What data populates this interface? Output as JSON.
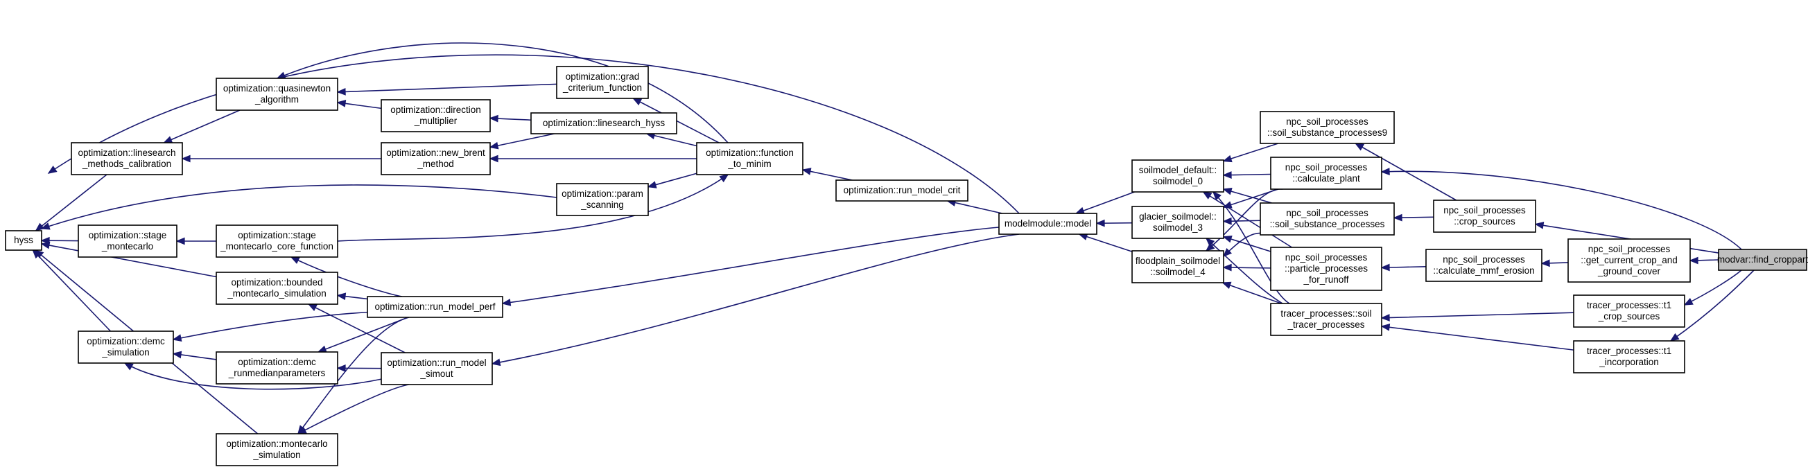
{
  "diagram": {
    "nodes": [
      {
        "id": "root",
        "lines": [
          "modvar::find_croppart"
        ]
      },
      {
        "id": "hyss",
        "lines": [
          "hyss"
        ]
      },
      {
        "id": "opt_quasinewton",
        "lines": [
          "optimization::quasinewton",
          "_algorithm"
        ]
      },
      {
        "id": "opt_linesearch_cal",
        "lines": [
          "optimization::linesearch",
          "_methods_calibration"
        ]
      },
      {
        "id": "opt_stage_mc",
        "lines": [
          "optimization::stage",
          "_montecarlo"
        ]
      },
      {
        "id": "opt_demc_sim",
        "lines": [
          "optimization::demc",
          "_simulation"
        ]
      },
      {
        "id": "opt_grad",
        "lines": [
          "optimization::grad",
          "_criterium_function"
        ]
      },
      {
        "id": "opt_direction",
        "lines": [
          "optimization::direction",
          "_multiplier"
        ]
      },
      {
        "id": "opt_linesearch_hyss",
        "lines": [
          "optimization::linesearch_hyss"
        ]
      },
      {
        "id": "opt_new_brent",
        "lines": [
          "optimization::new_brent",
          "_method"
        ]
      },
      {
        "id": "opt_param_scan",
        "lines": [
          "optimization::param",
          "_scanning"
        ]
      },
      {
        "id": "opt_function",
        "lines": [
          "optimization::function",
          "_to_minim"
        ]
      },
      {
        "id": "opt_stage_core",
        "lines": [
          "optimization::stage",
          "_montecarlo_core_function"
        ]
      },
      {
        "id": "opt_bounded",
        "lines": [
          "optimization::bounded",
          "_montecarlo_simulation"
        ]
      },
      {
        "id": "opt_demc_run",
        "lines": [
          "optimization::demc",
          "_runmedianparameters"
        ]
      },
      {
        "id": "opt_mc_sim",
        "lines": [
          "optimization::montecarlo",
          "_simulation"
        ]
      },
      {
        "id": "opt_run_perf",
        "lines": [
          "optimization::run_model_perf"
        ]
      },
      {
        "id": "opt_run_simout",
        "lines": [
          "optimization::run_model",
          "_simout"
        ]
      },
      {
        "id": "opt_run_crit",
        "lines": [
          "optimization::run_model_crit"
        ]
      },
      {
        "id": "modelmodule",
        "lines": [
          "modelmodule::model"
        ]
      },
      {
        "id": "soil_default",
        "lines": [
          "soilmodel_default::",
          "soilmodel_0"
        ]
      },
      {
        "id": "glacier",
        "lines": [
          "glacier_soilmodel::",
          "soilmodel_3"
        ]
      },
      {
        "id": "floodplain",
        "lines": [
          "floodplain_soilmodel",
          "::soilmodel_4"
        ]
      },
      {
        "id": "npc_ssp9",
        "lines": [
          "npc_soil_processes",
          "::soil_substance_processes9"
        ]
      },
      {
        "id": "npc_calc_plant",
        "lines": [
          "npc_soil_processes",
          "::calculate_plant"
        ]
      },
      {
        "id": "npc_ssp",
        "lines": [
          "npc_soil_processes",
          "::soil_substance_processes"
        ]
      },
      {
        "id": "npc_particle",
        "lines": [
          "npc_soil_processes",
          "::particle_processes",
          "_for_runoff"
        ]
      },
      {
        "id": "tracer_soil",
        "lines": [
          "tracer_processes::soil",
          "_tracer_processes"
        ]
      },
      {
        "id": "npc_crop_sources",
        "lines": [
          "npc_soil_processes",
          "::crop_sources"
        ]
      },
      {
        "id": "npc_mmf",
        "lines": [
          "npc_soil_processes",
          "::calculate_mmf_erosion"
        ]
      },
      {
        "id": "npc_get_crop",
        "lines": [
          "npc_soil_processes",
          "::get_current_crop_and",
          "_ground_cover"
        ]
      },
      {
        "id": "tracer_t1_crop",
        "lines": [
          "tracer_processes::t1",
          "_crop_sources"
        ]
      },
      {
        "id": "tracer_t1_incorp",
        "lines": [
          "tracer_processes::t1",
          "_incorporation"
        ]
      }
    ],
    "edges": [
      [
        "hyss",
        "opt_linesearch_cal"
      ],
      [
        "hyss",
        "opt_stage_mc"
      ],
      [
        "hyss",
        "opt_bounded"
      ],
      [
        "hyss",
        "opt_demc_sim"
      ],
      [
        "hyss",
        "opt_mc_sim"
      ],
      [
        "hyss",
        "modelmodule"
      ],
      [
        "hyss",
        "opt_param_scan"
      ],
      [
        "opt_linesearch_cal",
        "opt_quasinewton"
      ],
      [
        "opt_linesearch_cal",
        "opt_new_brent"
      ],
      [
        "opt_quasinewton",
        "opt_grad"
      ],
      [
        "opt_quasinewton",
        "opt_direction"
      ],
      [
        "opt_quasinewton",
        "opt_function"
      ],
      [
        "opt_direction",
        "opt_linesearch_hyss"
      ],
      [
        "opt_new_brent",
        "opt_linesearch_hyss"
      ],
      [
        "opt_new_brent",
        "opt_function"
      ],
      [
        "opt_linesearch_hyss",
        "opt_function"
      ],
      [
        "opt_grad",
        "opt_function"
      ],
      [
        "opt_param_scan",
        "opt_function"
      ],
      [
        "opt_stage_mc",
        "opt_stage_core"
      ],
      [
        "opt_stage_core",
        "opt_run_perf"
      ],
      [
        "opt_bounded",
        "opt_run_perf"
      ],
      [
        "opt_bounded",
        "opt_run_simout"
      ],
      [
        "opt_demc_sim",
        "opt_demc_run"
      ],
      [
        "opt_demc_sim",
        "opt_run_perf"
      ],
      [
        "opt_demc_sim",
        "opt_run_simout"
      ],
      [
        "opt_demc_run",
        "opt_run_perf"
      ],
      [
        "opt_demc_run",
        "opt_run_simout"
      ],
      [
        "opt_mc_sim",
        "opt_run_perf"
      ],
      [
        "opt_mc_sim",
        "opt_run_simout"
      ],
      [
        "opt_function",
        "opt_run_crit"
      ],
      [
        "opt_function",
        "opt_stage_mc"
      ],
      [
        "opt_run_crit",
        "modelmodule"
      ],
      [
        "opt_run_perf",
        "modelmodule"
      ],
      [
        "opt_run_simout",
        "modelmodule"
      ],
      [
        "modelmodule",
        "soil_default"
      ],
      [
        "modelmodule",
        "glacier"
      ],
      [
        "modelmodule",
        "floodplain"
      ],
      [
        "soil_default",
        "npc_ssp9"
      ],
      [
        "soil_default",
        "npc_calc_plant"
      ],
      [
        "soil_default",
        "npc_ssp"
      ],
      [
        "soil_default",
        "npc_particle"
      ],
      [
        "soil_default",
        "tracer_soil"
      ],
      [
        "glacier",
        "npc_calc_plant"
      ],
      [
        "glacier",
        "npc_ssp"
      ],
      [
        "glacier",
        "npc_particle"
      ],
      [
        "glacier",
        "tracer_soil"
      ],
      [
        "floodplain",
        "npc_calc_plant"
      ],
      [
        "floodplain",
        "npc_ssp"
      ],
      [
        "floodplain",
        "npc_particle"
      ],
      [
        "floodplain",
        "tracer_soil"
      ],
      [
        "npc_ssp9",
        "npc_crop_sources"
      ],
      [
        "npc_ssp",
        "npc_crop_sources"
      ],
      [
        "npc_calc_plant",
        "root"
      ],
      [
        "npc_particle",
        "npc_mmf"
      ],
      [
        "npc_crop_sources",
        "root"
      ],
      [
        "npc_mmf",
        "npc_get_crop"
      ],
      [
        "npc_get_crop",
        "root"
      ],
      [
        "tracer_soil",
        "tracer_t1_crop"
      ],
      [
        "tracer_soil",
        "tracer_t1_incorp"
      ],
      [
        "tracer_t1_crop",
        "root"
      ],
      [
        "tracer_t1_incorp",
        "root"
      ]
    ]
  }
}
